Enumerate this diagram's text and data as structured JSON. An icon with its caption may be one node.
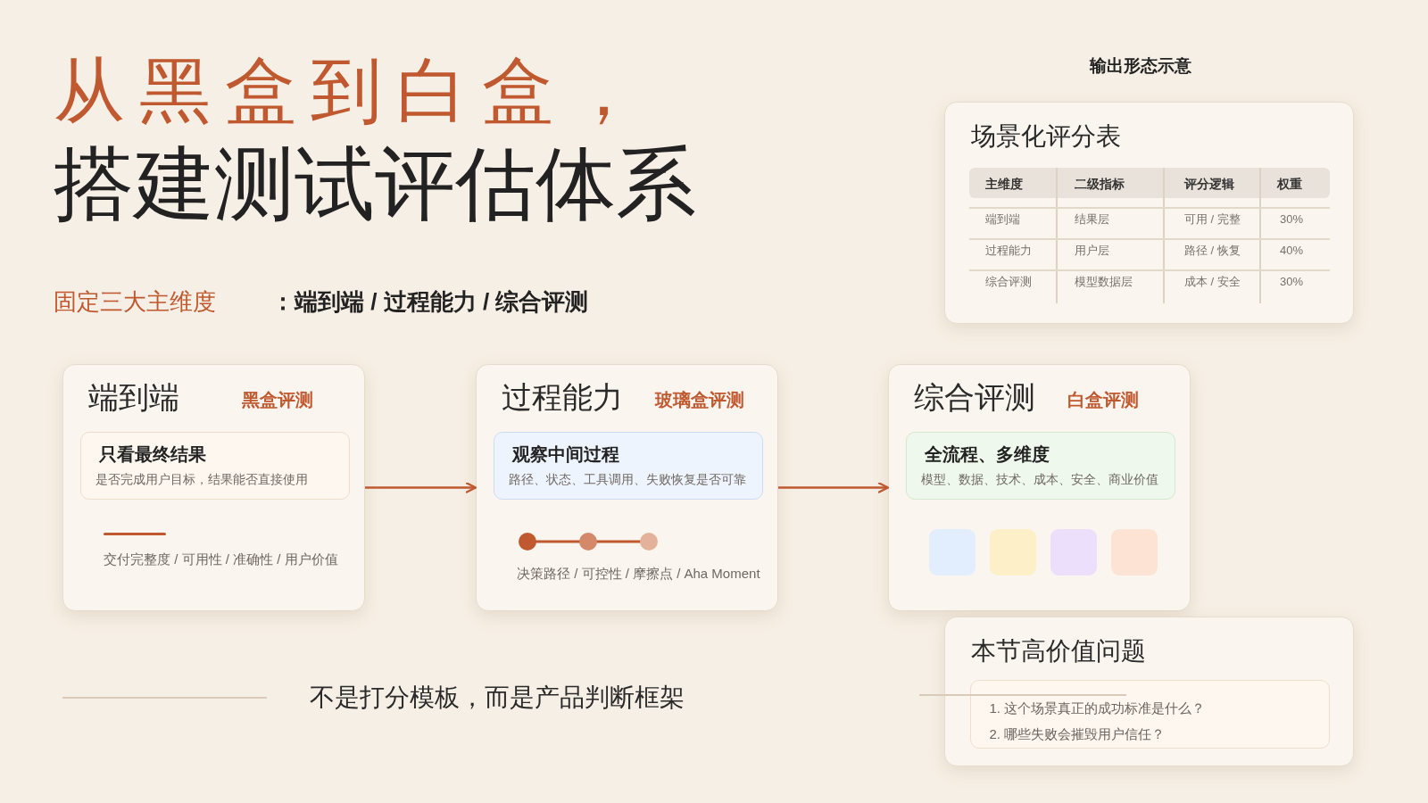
{
  "diagram": {
    "title": "从黑盒到白盒，搭建测试评估体系",
    "nodes": [
      {
        "text": [
          "端到端",
          "黑盒评测",
          "交付完整度 / 可用性 / 准确性 / 用户价值"
        ]
      },
      {
        "text": [
          "只看最终结果",
          "是否完成用户目标，结果能否直接使用"
        ],
        "in": 0
      },
      {
        "text": [
          "过程能力",
          "玻璃盒评测",
          "决策路径 / 可控性 / 摩擦点 / Aha Moment"
        ]
      },
      {
        "text": [
          "观察中间过程",
          "路径、状态、工具调用、失败恢复是否可靠"
        ],
        "in": 2
      },
      {
        "text": [
          "综合评测",
          "白盒评测"
        ]
      },
      {
        "text": [
          "全流程、多维度",
          "模型、数据、技术、成本、安全、商业价值"
        ],
        "in": 4
      },
      {
        "text": [
          "场景化评分表"
        ]
      },
      {
        "text": [
          "本节高价值问题"
        ]
      },
      {
        "text": [
          "1. 这个场景真正的成功标准是什么？",
          "2. 哪些失败会摧毁用户信任？"
        ],
        "in": 7
      }
    ],
    "edges": [
      {
        "from": 0,
        "to": 2,
        "arrow": "to"
      },
      {
        "from": 2,
        "to": 4,
        "arrow": "to"
      }
    ],
    "labels": [
      "输出形态示意",
      "主维度",
      "二级指标",
      "评分逻辑",
      "权重",
      "端到端",
      "结果层",
      "可用 / 完整",
      "30%",
      "过程能力",
      "用户层",
      "路径 / 恢复",
      "40%",
      "综合评测",
      "模型数据层",
      "成本 / 安全",
      "30%",
      "固定三大主维度",
      "：端到端 / 过程能力 / 综合评测",
      "不是打分模板，而是产品判断框架"
    ]
  }
}
